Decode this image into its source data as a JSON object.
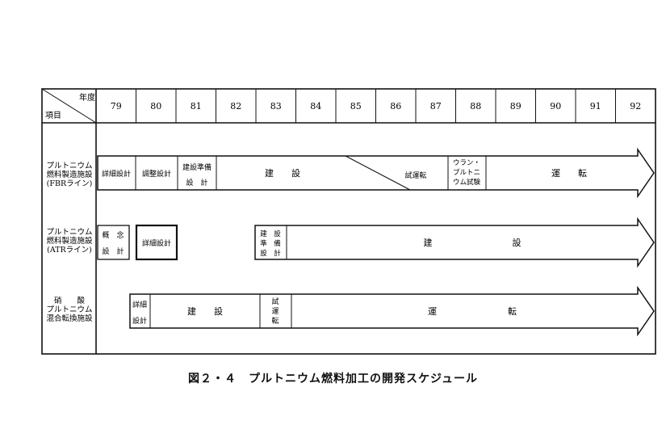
{
  "header": {
    "nendo": "年度",
    "koumoku": "項目",
    "years": [
      "79",
      "80",
      "81",
      "82",
      "83",
      "84",
      "85",
      "86",
      "87",
      "88",
      "89",
      "90",
      "91",
      "92"
    ]
  },
  "rows": [
    {
      "label_lines": [
        "プルトニウム",
        "燃料製造施設",
        "(FBRライン)"
      ],
      "arrow_text": {
        "kensetsu": "建　　設",
        "shiunten": "試運転",
        "unten": "運　　転"
      },
      "boxes": [
        {
          "lines": [
            "詳細設計"
          ]
        },
        {
          "lines": [
            "調整設計"
          ]
        },
        {
          "lines": [
            "建設準備",
            "設　計"
          ]
        },
        {
          "lines": [
            "ウラン・",
            "プルトニ",
            "ウム試験"
          ]
        }
      ]
    },
    {
      "label_lines": [
        "プルトニウム",
        "燃料製造施設",
        "(ATRライン)"
      ],
      "boxes": [
        {
          "lines": [
            "概　念",
            "設　計"
          ]
        },
        {
          "lines": [
            "詳細設計"
          ]
        },
        {
          "lines": [
            "建　設",
            "準　備",
            "設　計"
          ]
        }
      ],
      "arrow_text": {
        "kensetsu": "建　　　　　　　　　設"
      }
    },
    {
      "label_lines": [
        "硝　　酸",
        "プルトニウム",
        "混合転換施設"
      ],
      "boxes": [
        {
          "lines": [
            "詳細",
            "設計"
          ]
        },
        {
          "lines": [
            "試",
            "運",
            "転"
          ]
        }
      ],
      "arrow_text": {
        "kensetsu": "建　　設",
        "unten": "運　　　　　　　　転"
      }
    }
  ],
  "caption": "図２・４　プルトニウム燃料加工の開発スケジュール"
}
